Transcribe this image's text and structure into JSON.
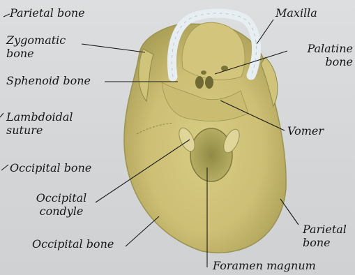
{
  "labels": {
    "parietal_top_left": "Parietal bone",
    "zygomatic": "Zygomatic\nbone",
    "sphenoid": "Sphenoid bone",
    "lambdoidal": "Lambdoidal\nsuture",
    "occipital_left": "Occipital bone",
    "occipital_condyle": "Occipital\ncondyle",
    "occipital_bottom": "Occipital bone",
    "maxilla": "Maxilla",
    "palatine": "Palatine\nbone",
    "vomer": "Vomer",
    "parietal_right": "Parietal\nbone",
    "foramen_magnum": "Foramen magnum"
  },
  "colors": {
    "bone": "#dcd08e",
    "bone_shadow": "#9a9350",
    "teeth": "#e8eef2",
    "leader": "#1a1a1a"
  }
}
